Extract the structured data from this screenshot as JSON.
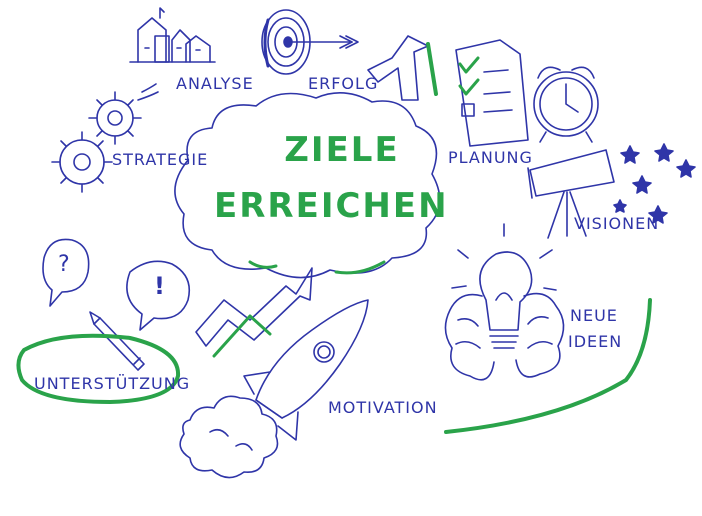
{
  "title": {
    "line1": "ZIELE",
    "line2": "ERREICHEN"
  },
  "labels": {
    "analyse": "ANALYSE",
    "erfolg": "ERFOLG",
    "strategie": "STRATEGIE",
    "planung": "PLANUNG",
    "visionen": "VISIONEN",
    "neue": "NEUE",
    "ideen": "IDEEN",
    "unterstuetzung": "UNTERSTÜTZUNG",
    "motivation": "MOTIVATION",
    "question_mark": "?",
    "exclamation_mark": "!"
  },
  "colors": {
    "ink_blue": "#2f35a8",
    "accent_green": "#2aa34a",
    "background": "#ffffff"
  },
  "icons": [
    "buildings-icon",
    "target-icon",
    "arrow-icon",
    "checklist-icon",
    "alarm-clock-icon",
    "gears-icon",
    "telescope-icon",
    "stars-icon",
    "lightbulb-icon",
    "brain-icon",
    "speech-bubble-icon",
    "pencil-icon",
    "rocket-icon",
    "cloud-icon"
  ]
}
